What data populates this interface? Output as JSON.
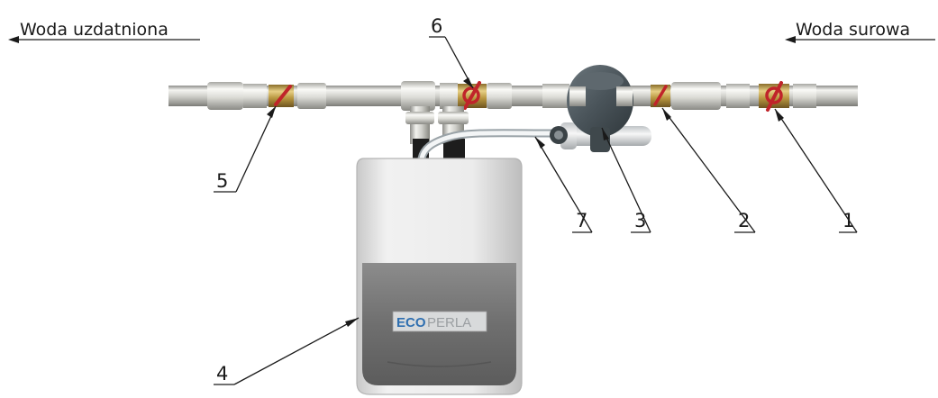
{
  "flow": {
    "left_label": "Woda uzdatniona",
    "right_label": "Woda surowa"
  },
  "unit": {
    "brand_left": "ECO",
    "brand_right": "PERLA"
  },
  "callouts": [
    {
      "id": "1",
      "text": "1"
    },
    {
      "id": "2",
      "text": "2"
    },
    {
      "id": "3",
      "text": "3"
    },
    {
      "id": "4",
      "text": "4"
    },
    {
      "id": "5",
      "text": "5"
    },
    {
      "id": "6",
      "text": "6"
    },
    {
      "id": "7",
      "text": "7"
    }
  ],
  "colors": {
    "pipe": "#c9c9c4",
    "valve_handle": "#c0242a",
    "brass": "#b89a4a",
    "meter_body": "#4f5a60",
    "unit_shell": "#e6e6e6",
    "unit_panel": "#7a7a7a",
    "brand_blue": "#2f6fb0"
  }
}
